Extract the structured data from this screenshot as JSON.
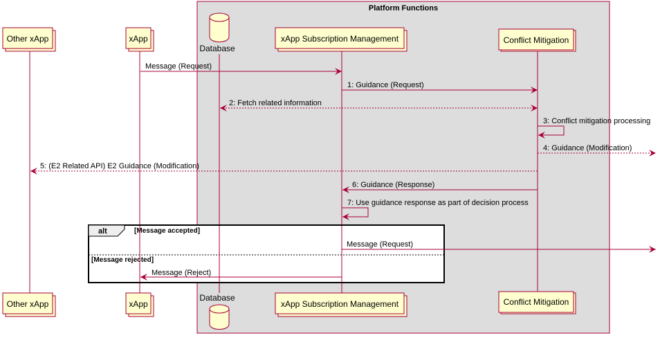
{
  "colors": {
    "arrow": "#A80036",
    "participant_fill": "#FEFECE",
    "box_fill": "#DDDDDD",
    "lifeline": "#A80036"
  },
  "box": {
    "title": "Platform Functions"
  },
  "participants": {
    "other_xapp": "Other xApp",
    "xapp": "xApp",
    "database": "Database",
    "subscription_mgmt": "xApp Subscription Management",
    "conflict_mitigation": "Conflict Mitigation"
  },
  "messages": {
    "m0": "Message (Request)",
    "m1": "1: Guidance (Request)",
    "m2": "2: Fetch related information",
    "m3": "3: Conflict mitigation processing",
    "m4": "4: Guidance (Modification)",
    "m5": "5: (E2 Related API) E2 Guidance (Modification)",
    "m6": "6: Guidance (Response)",
    "m7": "7: Use guidance response as part of decision process",
    "m8": "Message (Request)",
    "m9": "Message (Reject)"
  },
  "fragment": {
    "keyword": "alt",
    "guard1": "[Message accepted]",
    "guard2": "[Message rejected]"
  }
}
